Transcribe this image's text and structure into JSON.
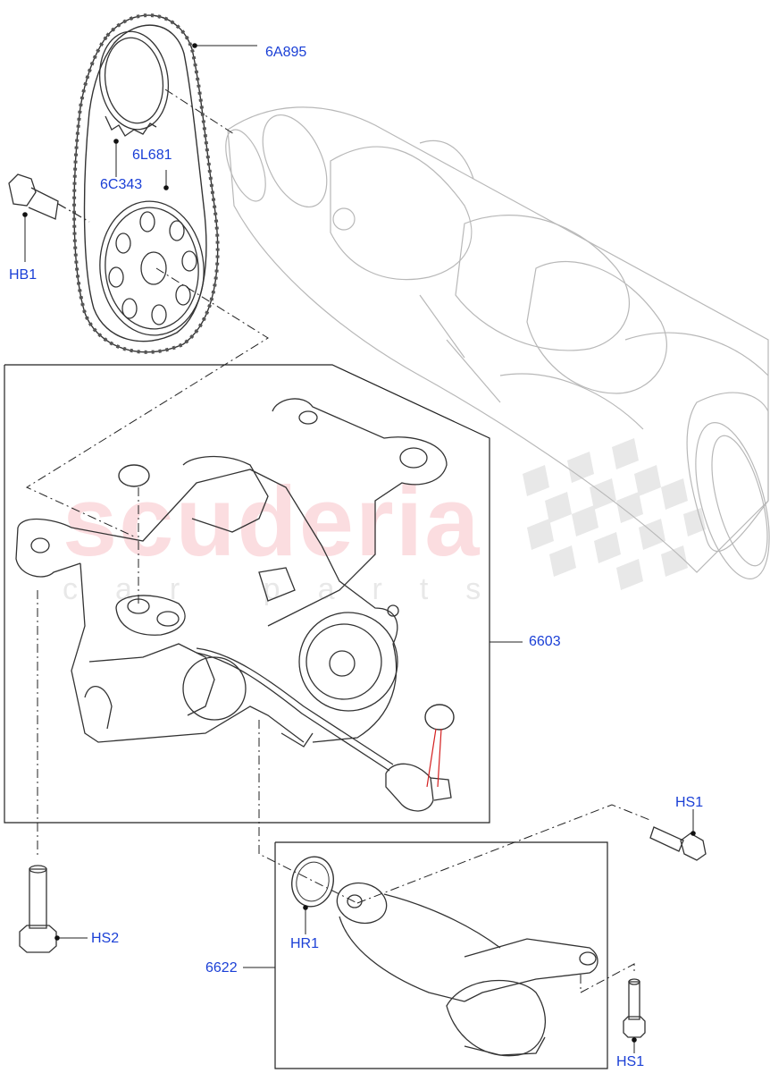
{
  "diagram": {
    "labels": {
      "chain": "6A895",
      "sprocket_cam": "6C343",
      "tensioner": "6L681",
      "bolt_hb1": "HB1",
      "pump_assembly": "6603",
      "bolt_hs2": "HS2",
      "oring_hr1": "HR1",
      "pickup_tube": "6622",
      "bolt_hs1_top": "HS1",
      "bolt_hs1_bottom": "HS1"
    },
    "watermark": {
      "main": "scuderia",
      "sub": "car parts"
    },
    "colors": {
      "label": "#1a3fd6",
      "line": "#222222",
      "ghost": "#b8b8b8",
      "watermark": "#f07882"
    }
  }
}
